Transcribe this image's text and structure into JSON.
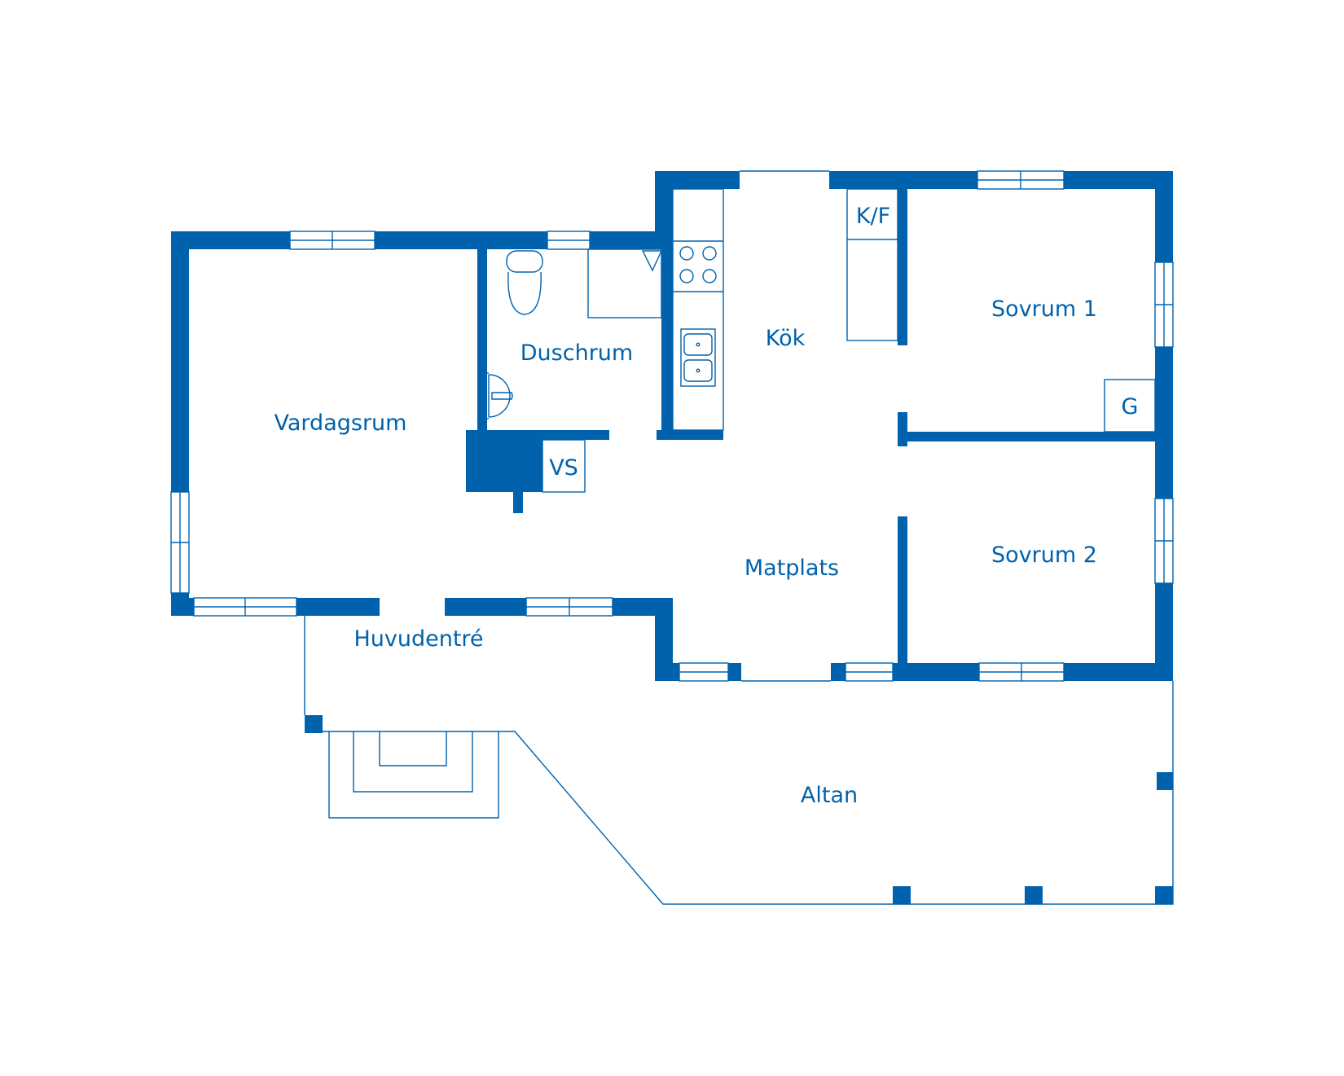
{
  "colors": {
    "wall": "#0062ad",
    "background": "#ffffff"
  },
  "rooms": {
    "vardagsrum": "Vardagsrum",
    "duschrum": "Duschrum",
    "vs": "VS",
    "kok": "Kök",
    "kf": "K/F",
    "sovrum1": "Sovrum 1",
    "g": "G",
    "sovrum2": "Sovrum 2",
    "matplats": "Matplats",
    "huvudentre": "Huvudentré",
    "altan": "Altan"
  }
}
